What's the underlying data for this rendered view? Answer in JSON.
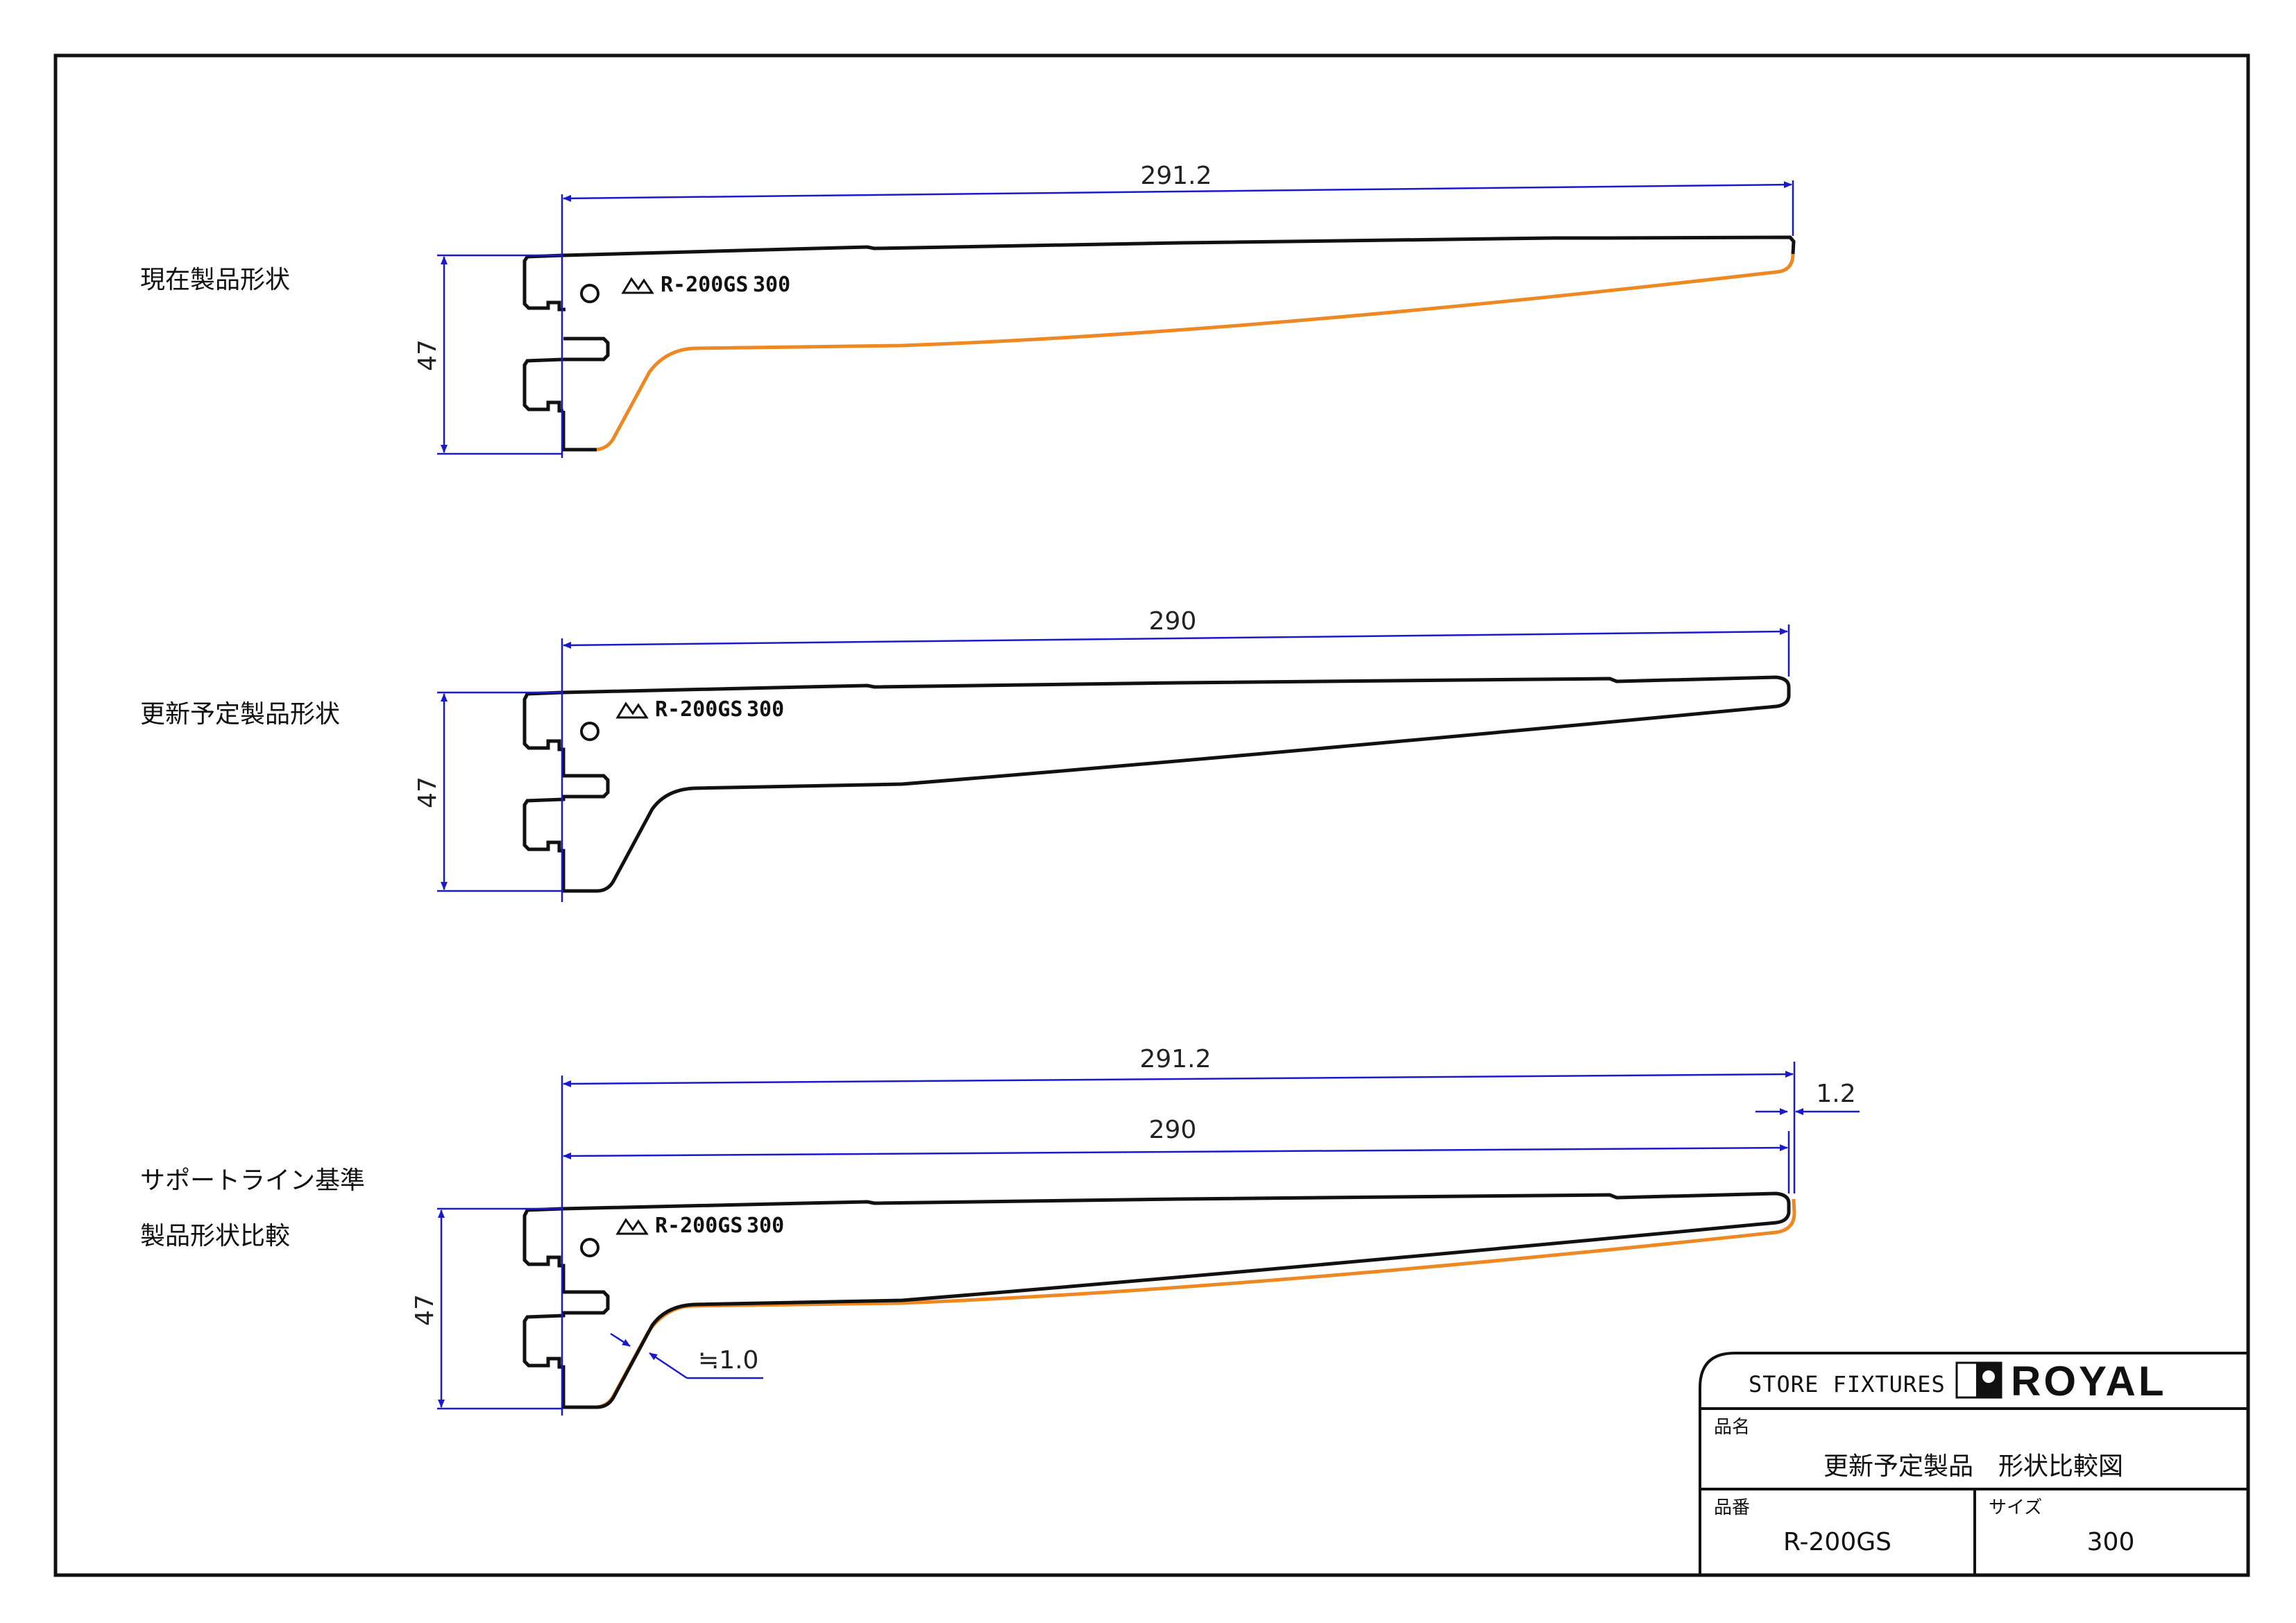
{
  "labels": {
    "current": "現在製品形状",
    "planned": "更新予定製品形状",
    "compare_line1": "サポートライン基準",
    "compare_line2": "製品形状比較"
  },
  "dimensions": {
    "d1_length": "291.2",
    "d1_height": "47",
    "d2_length": "290",
    "d2_height": "47",
    "d3_length_a": "291.2",
    "d3_length_b": "290",
    "d3_offset": "1.2",
    "d3_height": "47",
    "d3_thickness": "≒1.0"
  },
  "bracket_marking": {
    "model": "R-200GS",
    "size": "300"
  },
  "title_block": {
    "company_line": "STORE FIXTURES",
    "brand": "ROYAL",
    "name_label": "品名",
    "name_value": "更新予定製品　形状比較図",
    "part_label": "品番",
    "part_value": "R-200GS",
    "size_label": "サイズ",
    "size_value": "300"
  },
  "colors": {
    "outline": "#111111",
    "dimension": "#1a1acc",
    "highlight": "#ee8822"
  },
  "icons": {
    "logo_icon": "royal-logo-icon",
    "mark_icon": "mountain-logo-icon"
  }
}
